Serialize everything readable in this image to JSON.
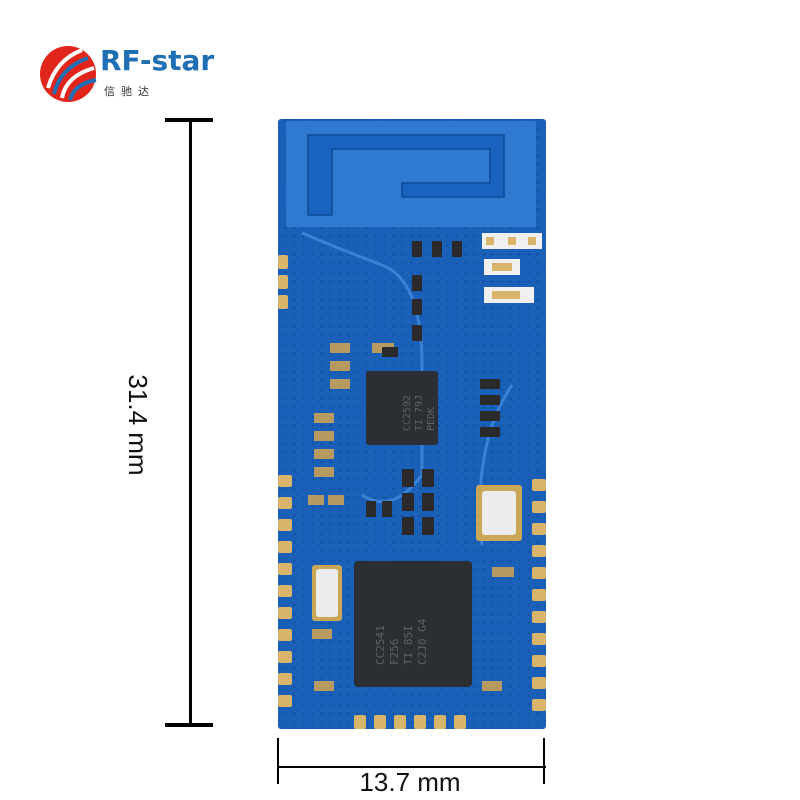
{
  "logo": {
    "brand_name": "RF-star",
    "brand_sub": "信驰达",
    "colors": {
      "red": "#e1251b",
      "blue": "#1f6fb5"
    }
  },
  "dimensions": {
    "height_label": "31.4 mm",
    "width_label": "13.7 mm"
  },
  "module": {
    "pcb_color": "#1a5fb8",
    "pad_color": "#d8b56a",
    "rf_chip": {
      "lines": [
        "CC2592",
        "TI 79J",
        "PEDK"
      ]
    },
    "main_chip": {
      "lines": [
        "CC2541",
        "F256",
        "TI 85I",
        "C2J0 G4"
      ]
    }
  }
}
